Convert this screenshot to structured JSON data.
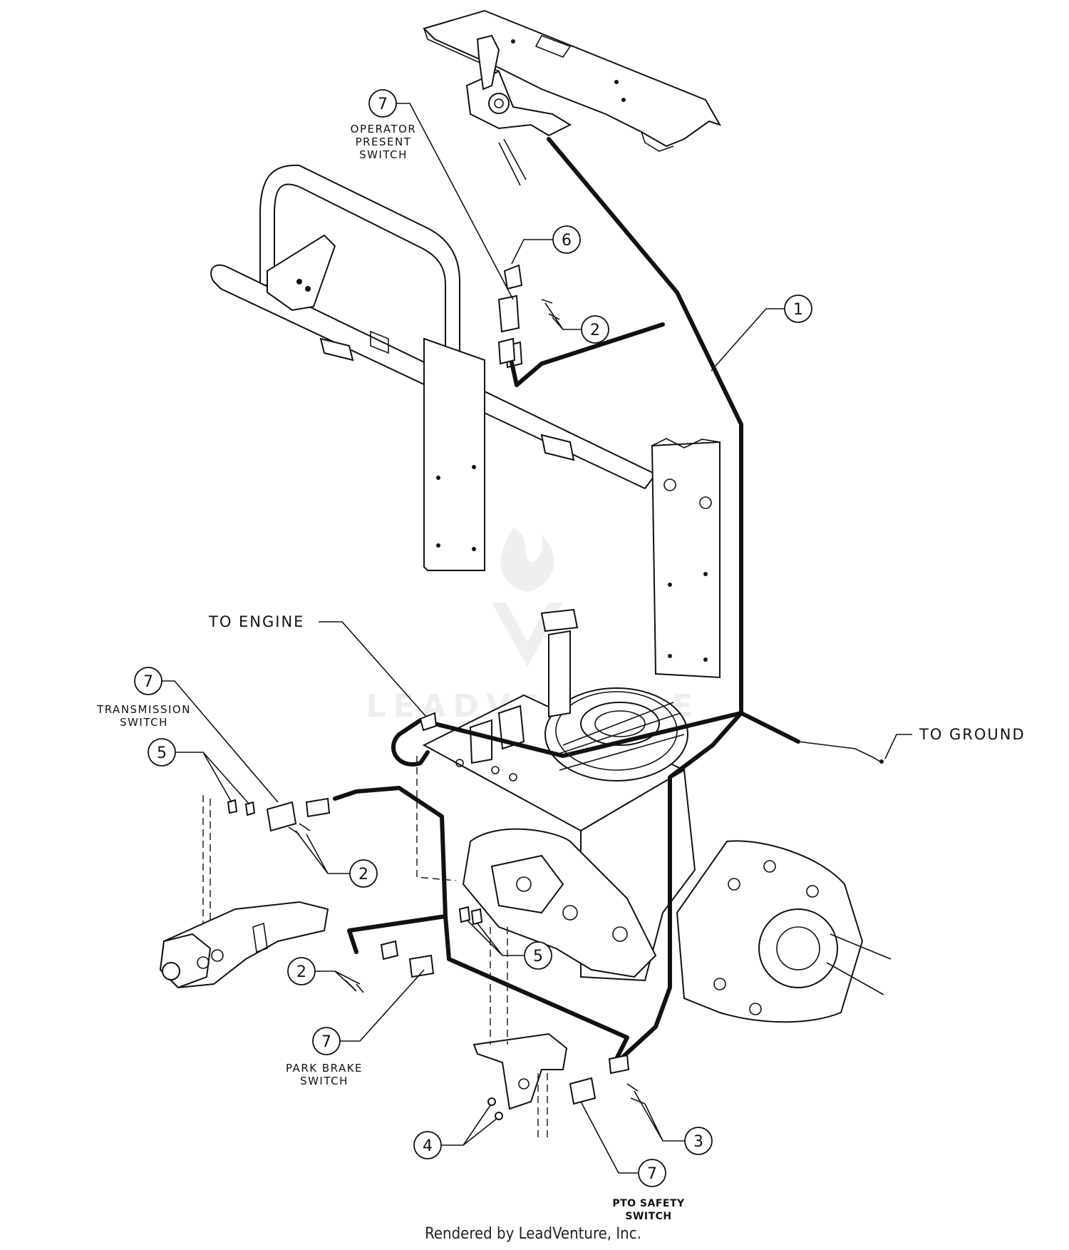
{
  "labels": {
    "operator_present_switch": [
      "OPERATOR",
      "PRESENT",
      "SWITCH"
    ],
    "to_engine": "TO ENGINE",
    "to_ground": "TO GROUND",
    "transmission_switch": [
      "TRANSMISSION",
      "SWITCH"
    ],
    "park_brake_switch": [
      "PARK BRAKE",
      "SWITCH"
    ],
    "pto_safety_switch": [
      "PTO SAFETY",
      "SWITCH"
    ]
  },
  "callouts": {
    "c1": "1",
    "c2_top": "2",
    "c2_mid": "2",
    "c2_low": "2",
    "c3": "3",
    "c4": "4",
    "c5_left": "5",
    "c5_right": "5",
    "c6": "6",
    "c7_operator": "7",
    "c7_transmission": "7",
    "c7_parkbrake": "7",
    "c7_pto": "7"
  },
  "watermark": "LEADVENTURE",
  "footer": "Rendered by LeadVenture, Inc."
}
